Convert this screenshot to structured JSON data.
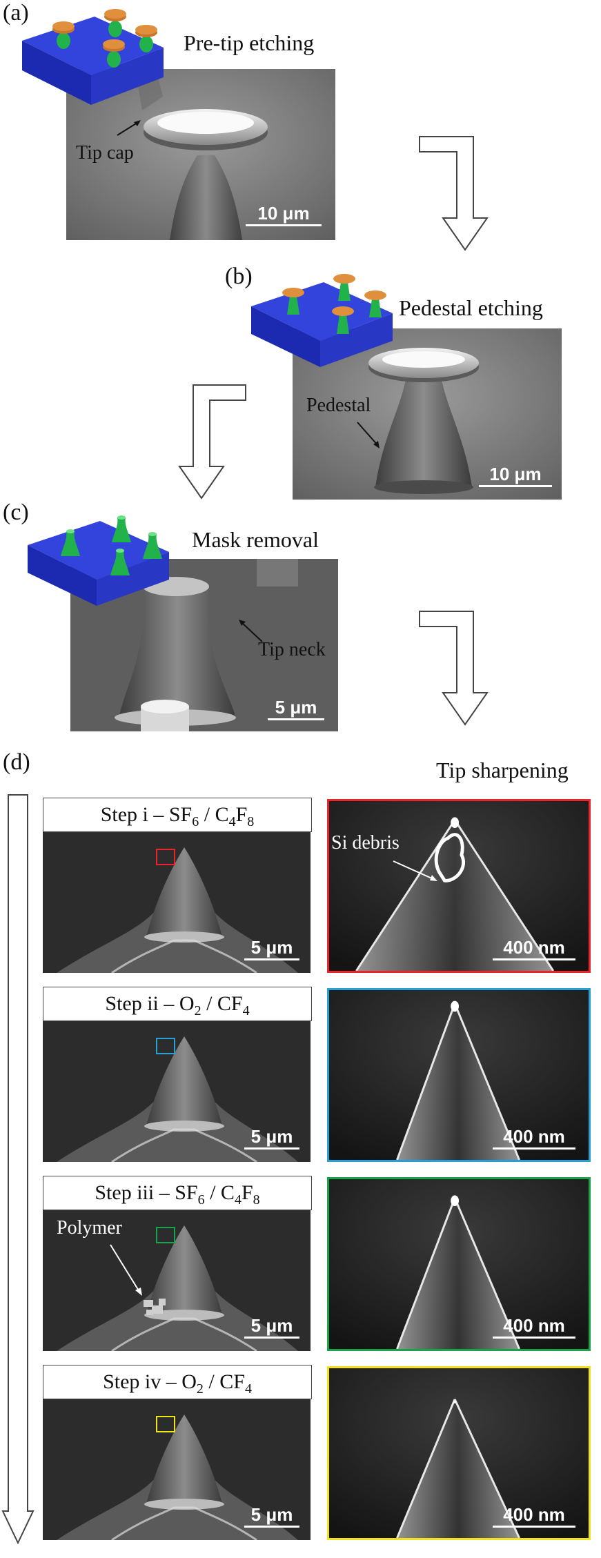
{
  "panels": {
    "a": {
      "letter": "(a)",
      "caption": "Pre-tip etching",
      "annotation": "Tip cap",
      "scale": "10 μm"
    },
    "b": {
      "letter": "(b)",
      "caption": "Pedestal etching",
      "annotation": "Pedestal",
      "scale": "10 μm"
    },
    "c": {
      "letter": "(c)",
      "caption": "Mask removal",
      "annotation": "Tip neck",
      "scale": "5 μm"
    },
    "d": {
      "letter": "(d)",
      "caption": "Tip sharpening",
      "steps": [
        {
          "label_pre": "Step i – SF",
          "s1": "6",
          "mid": " / C",
          "s2": "4",
          "mid2": "F",
          "s3": "8",
          "scale": "5 μm",
          "zoom_scale": "400 nm",
          "color": "#e8262b",
          "annotation": "Si debris"
        },
        {
          "label_pre": "Step ii – O",
          "s1": "2",
          "mid": " / CF",
          "s2": "4",
          "scale": "5 μm",
          "zoom_scale": "400 nm",
          "color": "#2a9fd6"
        },
        {
          "label_pre": "Step iii – SF",
          "s1": "6",
          "mid": " / C",
          "s2": "4",
          "mid2": "F",
          "s3": "8",
          "scale": "5 μm",
          "zoom_scale": "400 nm",
          "color": "#1aa34a",
          "annotation": "Polymer"
        },
        {
          "label_pre": "Step iv – O",
          "s1": "2",
          "mid": " / CF",
          "s2": "4",
          "scale": "5 μm",
          "zoom_scale": "400 nm",
          "color": "#f2e21a"
        }
      ]
    }
  },
  "colors": {
    "substrate": "#2233cc",
    "pillar": "#22b24c",
    "cap": "#c8762a"
  }
}
